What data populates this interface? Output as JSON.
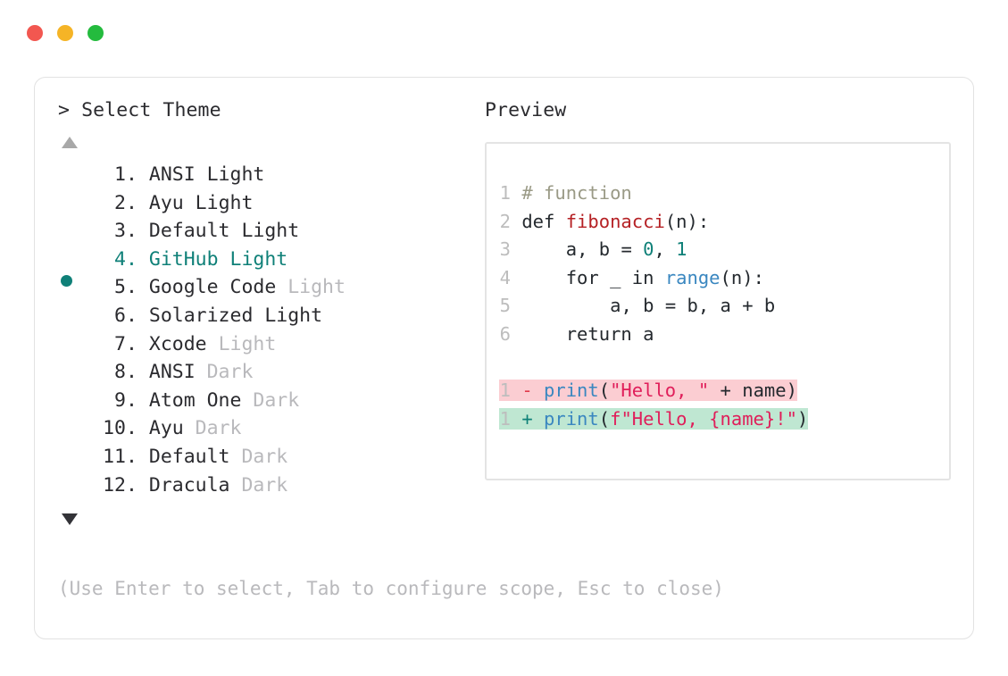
{
  "window": {
    "dots": [
      {
        "name": "close",
        "color": "#f25750"
      },
      {
        "name": "minimize",
        "color": "#f5b426"
      },
      {
        "name": "maximize",
        "color": "#24bb3e"
      }
    ]
  },
  "prompt": {
    "symbol": ">",
    "title": "Select Theme",
    "scroll_up": "▲",
    "scroll_down": "▼"
  },
  "themes": {
    "selected_index": 4,
    "items": [
      {
        "index": " 1",
        "dot": ".",
        "name": "ANSI",
        "suffix": " Light",
        "muted": false,
        "selected": false
      },
      {
        "index": " 2",
        "dot": ".",
        "name": "Ayu",
        "suffix": " Light",
        "muted": false,
        "selected": false
      },
      {
        "index": " 3",
        "dot": ".",
        "name": "Default",
        "suffix": " Light",
        "muted": false,
        "selected": false
      },
      {
        "index": " 4",
        "dot": ".",
        "name": "GitHub",
        "suffix": " Light",
        "muted": false,
        "selected": true
      },
      {
        "index": " 5",
        "dot": ".",
        "name": "Google Code",
        "suffix": " Light",
        "muted": true,
        "selected": false
      },
      {
        "index": " 6",
        "dot": ".",
        "name": "Solarized",
        "suffix": " Light",
        "muted": false,
        "selected": false
      },
      {
        "index": " 7",
        "dot": ".",
        "name": "Xcode",
        "suffix": " Light",
        "muted": true,
        "selected": false
      },
      {
        "index": " 8",
        "dot": ".",
        "name": "ANSI",
        "suffix": " Dark",
        "muted": true,
        "selected": false
      },
      {
        "index": " 9",
        "dot": ".",
        "name": "Atom One",
        "suffix": " Dark",
        "muted": true,
        "selected": false
      },
      {
        "index": "10",
        "dot": ".",
        "name": "Ayu",
        "suffix": " Dark",
        "muted": true,
        "selected": false
      },
      {
        "index": "11",
        "dot": ".",
        "name": "Default",
        "suffix": " Dark",
        "muted": true,
        "selected": false
      },
      {
        "index": "12",
        "dot": ".",
        "name": "Dracula",
        "suffix": " Dark",
        "muted": true,
        "selected": false
      }
    ]
  },
  "hint": "(Use Enter to select, Tab to configure scope, Esc to close)",
  "preview": {
    "title": "Preview",
    "code_lines": [
      {
        "ln": "1",
        "text": "# function"
      },
      {
        "ln": "2",
        "text": "def fibonacci(n):"
      },
      {
        "ln": "3",
        "text": "    a, b = 0, 1"
      },
      {
        "ln": "4",
        "text": "    for _ in range(n):"
      },
      {
        "ln": "5",
        "text": "        a, b = b, a + b"
      },
      {
        "ln": "6",
        "text": "    return a"
      }
    ],
    "diff": [
      {
        "ln": "1",
        "sign": "-",
        "text": "print(\"Hello, \" + name)",
        "kind": "removed"
      },
      {
        "ln": "1",
        "sign": "+",
        "text": "print(f\"Hello, {name}!\")",
        "kind": "added"
      }
    ]
  },
  "colors": {
    "accent_teal": "#0f8078",
    "muted_grey": "#b9b9bc",
    "text": "#2b2b2f",
    "diff_removed_bg": "#fbcdd2",
    "diff_added_bg": "#bfe7d2",
    "comment": "#9a9a86",
    "function": "#b52024",
    "string": "#e01e5a",
    "builtin": "#3a87c0",
    "panel_border": "#e2e2e2"
  }
}
